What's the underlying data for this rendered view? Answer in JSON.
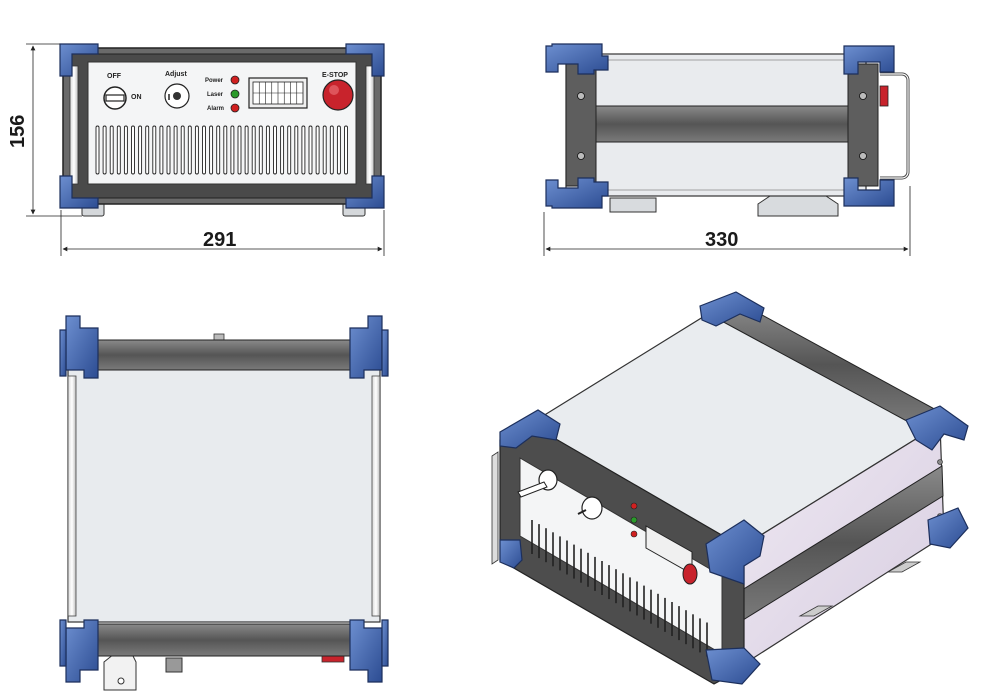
{
  "dimensions": {
    "height": "156",
    "width": "291",
    "depth": "330"
  },
  "front_panel": {
    "switch_off": "OFF",
    "switch_on": "ON",
    "adjust": "Adjust",
    "power": "Power",
    "laser": "Laser",
    "alarm": "Alarm",
    "estop": "E-STOP"
  },
  "colors": {
    "corner_blue": "#3a5fa8",
    "panel_gray": "#5a5a5a",
    "enclosure_light": "#e8ebee",
    "led_red": "#d02020",
    "led_green": "#2a9a2a",
    "estop_red": "#c8232c"
  }
}
